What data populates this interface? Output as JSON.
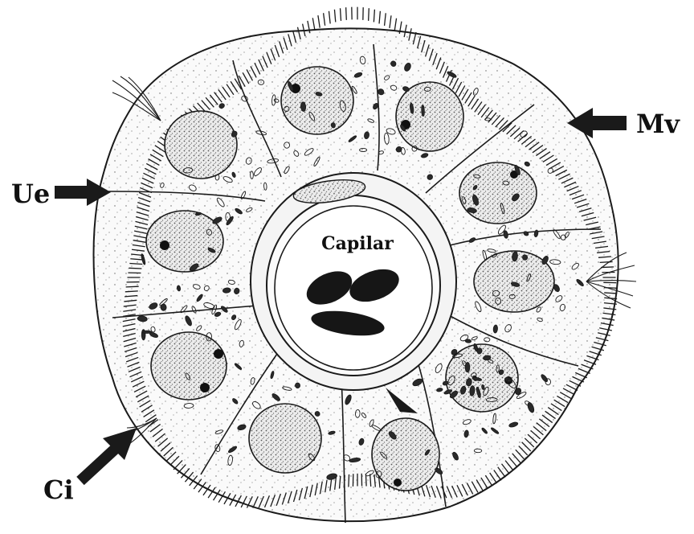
{
  "labels": {
    "capillary": "Capilar",
    "microvilli": "Mv",
    "outer_edge": "Ue",
    "cilia": "Ci"
  },
  "colors": {
    "ink": "#1a1a1a",
    "cytoplasm": "#f7f7f7",
    "nucleus_fill": "#d9d9d9",
    "erythrocyte": "#161616"
  }
}
